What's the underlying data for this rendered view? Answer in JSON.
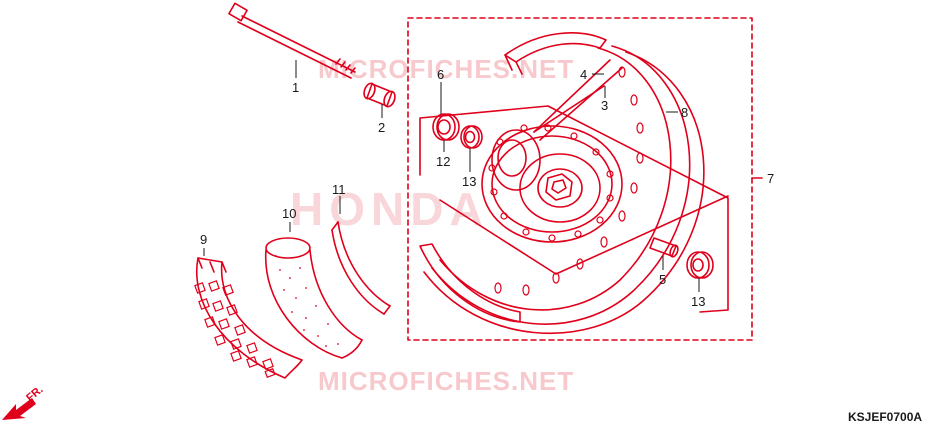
{
  "watermarks": {
    "top": "MICROFICHES.NET",
    "middle": "HONDA",
    "bottom": "MICROFICHES.NET"
  },
  "callouts": [
    "1",
    "2",
    "3",
    "4",
    "5",
    "6",
    "7",
    "8",
    "9",
    "10",
    "11",
    "12",
    "13",
    "13"
  ],
  "direction_label": "FR.",
  "diagram_code": "KSJEF0700A",
  "colors": {
    "line": "#e0001b",
    "watermark": "#f7c9cd",
    "text": "#1a1a1a"
  }
}
